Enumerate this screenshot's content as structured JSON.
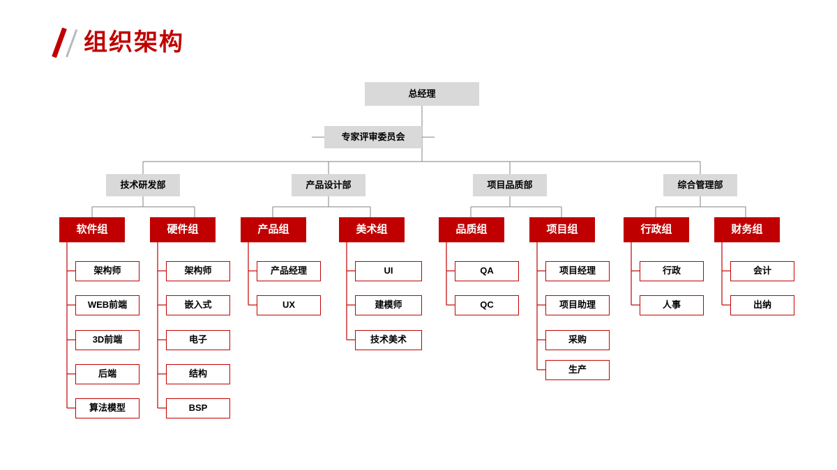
{
  "page": {
    "title": "组织架构",
    "accent_color": "#c00000",
    "gray_color": "#d9d9d9",
    "line_color": "#808080"
  },
  "chart_data": {
    "type": "diagram",
    "title": "组织架构",
    "root": {
      "label": "总经理"
    },
    "advisory": {
      "label": "专家评审委员会"
    },
    "departments": [
      {
        "label": "技术研发部",
        "groups": [
          {
            "label": "软件组",
            "members": [
              "架构师",
              "WEB前端",
              "3D前端",
              "后端",
              "算法模型"
            ]
          },
          {
            "label": "硬件组",
            "members": [
              "架构师",
              "嵌入式",
              "电子",
              "结构",
              "BSP"
            ]
          }
        ]
      },
      {
        "label": "产品设计部",
        "groups": [
          {
            "label": "产品组",
            "members": [
              "产品经理",
              "UX"
            ]
          },
          {
            "label": "美术组",
            "members": [
              "UI",
              "建模师",
              "技术美术"
            ]
          }
        ]
      },
      {
        "label": "项目品质部",
        "groups": [
          {
            "label": "品质组",
            "members": [
              "QA",
              "QC"
            ]
          },
          {
            "label": "项目组",
            "members": [
              "项目经理",
              "项目助理",
              "采购",
              "生产"
            ]
          }
        ]
      },
      {
        "label": "综合管理部",
        "groups": [
          {
            "label": "行政组",
            "members": [
              "行政",
              "人事"
            ]
          },
          {
            "label": "财务组",
            "members": [
              "会计",
              "出纳"
            ]
          }
        ]
      }
    ]
  }
}
